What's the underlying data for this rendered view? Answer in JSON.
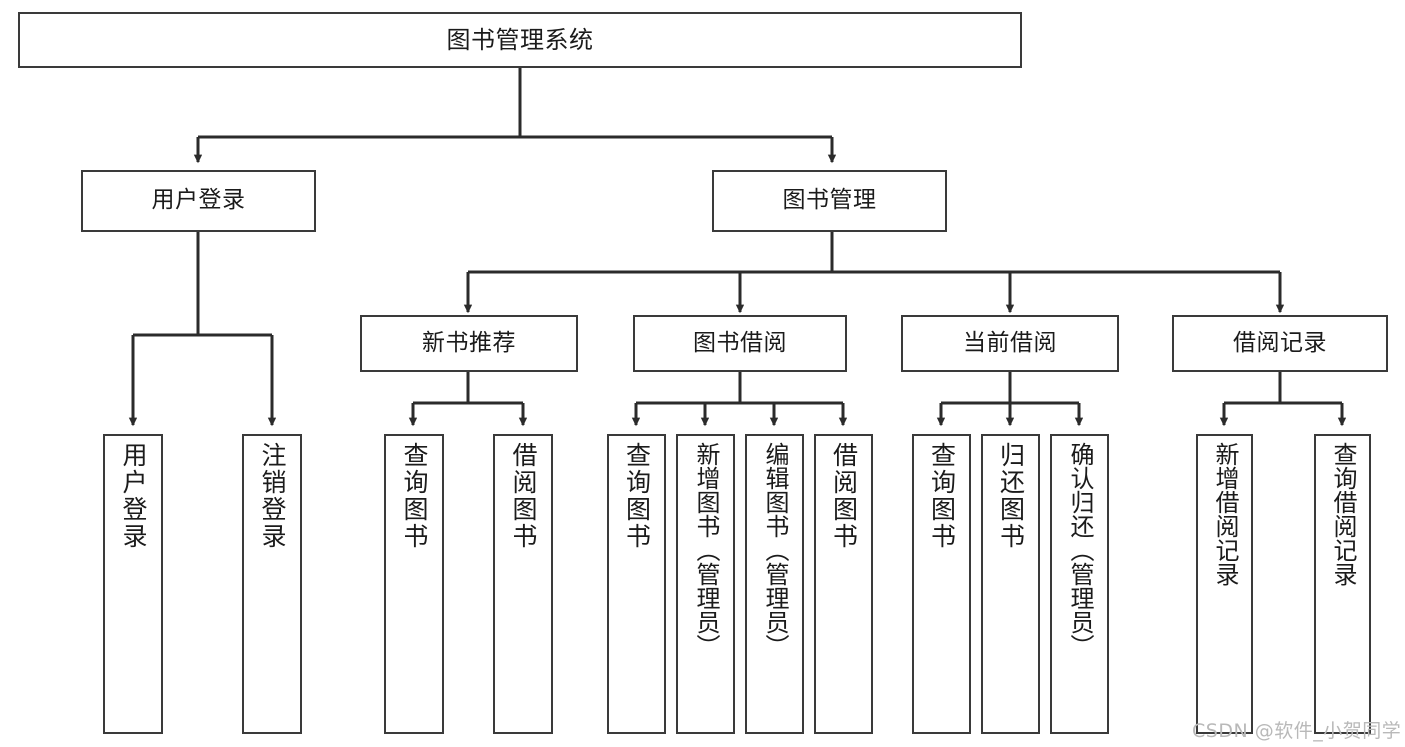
{
  "diagram": {
    "type": "tree-hierarchy",
    "title": "图书管理系统",
    "orientation": "top-down",
    "colors": {
      "box_border": "#3a3a3a",
      "box_fill": "#ffffff",
      "edge": "#2b2b2b",
      "text": "#1b1b1b",
      "watermark": "#b9b9b9"
    },
    "root": {
      "label": "图书管理系统"
    },
    "level2": [
      {
        "label": "用户登录"
      },
      {
        "label": "图书管理"
      }
    ],
    "level3": [
      {
        "label": "新书推荐"
      },
      {
        "label": "图书借阅"
      },
      {
        "label": "当前借阅"
      },
      {
        "label": "借阅记录"
      }
    ],
    "leaves": {
      "user_login": [
        {
          "label": "用户登录"
        },
        {
          "label": "注销登录"
        }
      ],
      "new_book_recommend": [
        {
          "label": "查询图书"
        },
        {
          "label": "借阅图书"
        }
      ],
      "book_borrow": [
        {
          "label": "查询图书"
        },
        {
          "label": "新增图书（管理员）"
        },
        {
          "label": "编辑图书（管理员）"
        },
        {
          "label": "借阅图书"
        }
      ],
      "current_borrow": [
        {
          "label": "查询图书"
        },
        {
          "label": "归还图书"
        },
        {
          "label": "确认归还（管理员）"
        }
      ],
      "borrow_record": [
        {
          "label": "新增借阅记录"
        },
        {
          "label": "查询借阅记录"
        }
      ]
    }
  },
  "watermark": {
    "text": "CSDN @软件_小贺同学"
  }
}
